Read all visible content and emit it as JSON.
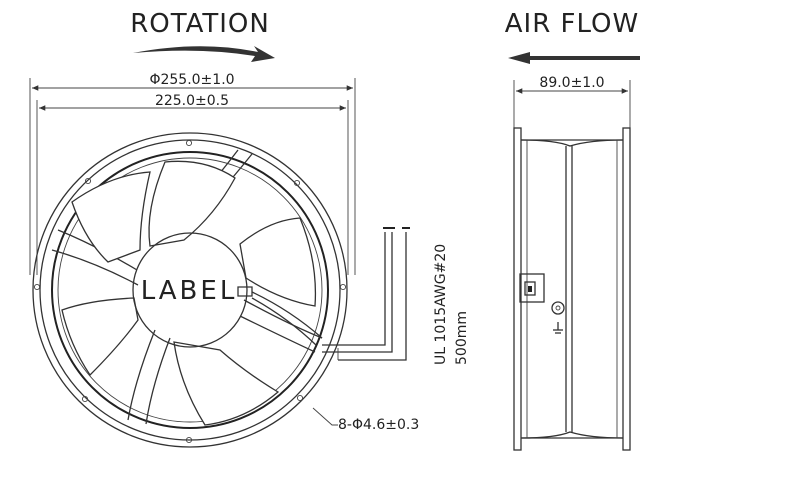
{
  "front_view": {
    "title": "ROTATION",
    "outer_dimension": "Φ255.0±1.0",
    "hole_spacing": "225.0±0.5",
    "hub_label": "LABEL",
    "wire_spec": "UL 1015AWG#20",
    "wire_length": "500mm",
    "mount_holes": "8-Φ4.6±0.3"
  },
  "side_view": {
    "title": "AIR FLOW",
    "depth_dimension": "89.0±1.0"
  },
  "colors": {
    "line": "#333333",
    "text": "#222222",
    "background": "#ffffff"
  }
}
